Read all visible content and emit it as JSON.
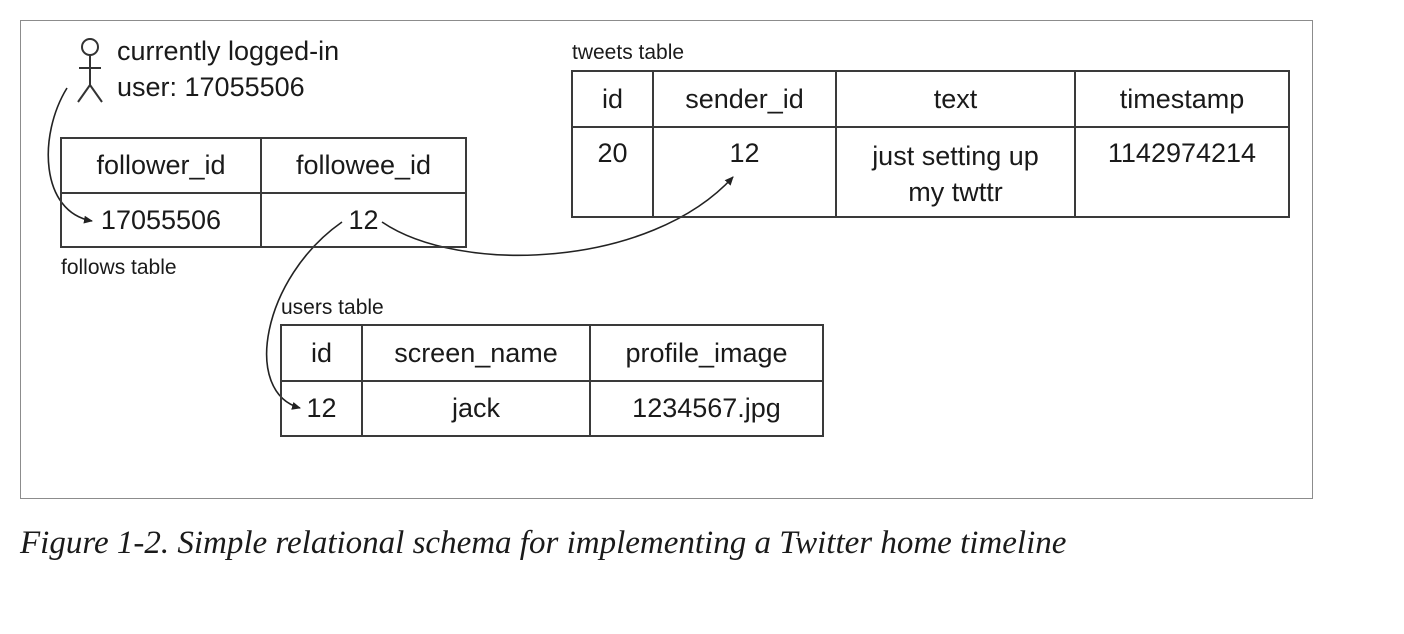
{
  "user": {
    "line1": "currently logged-in",
    "line2": "user: 17055506"
  },
  "follows": {
    "label": "follows table",
    "headers": [
      "follower_id",
      "followee_id"
    ],
    "row": [
      "17055506",
      "12"
    ]
  },
  "tweets": {
    "label": "tweets table",
    "headers": [
      "id",
      "sender_id",
      "text",
      "timestamp"
    ],
    "row": [
      "20",
      "12",
      "just setting up",
      "1142974214"
    ],
    "text_line2": "my twttr"
  },
  "users": {
    "label": "users table",
    "headers": [
      "id",
      "screen_name",
      "profile_image"
    ],
    "row": [
      "12",
      "jack",
      "1234567.jpg"
    ]
  },
  "caption": "Figure 1-2. Simple relational schema for implementing a Twitter home timeline"
}
